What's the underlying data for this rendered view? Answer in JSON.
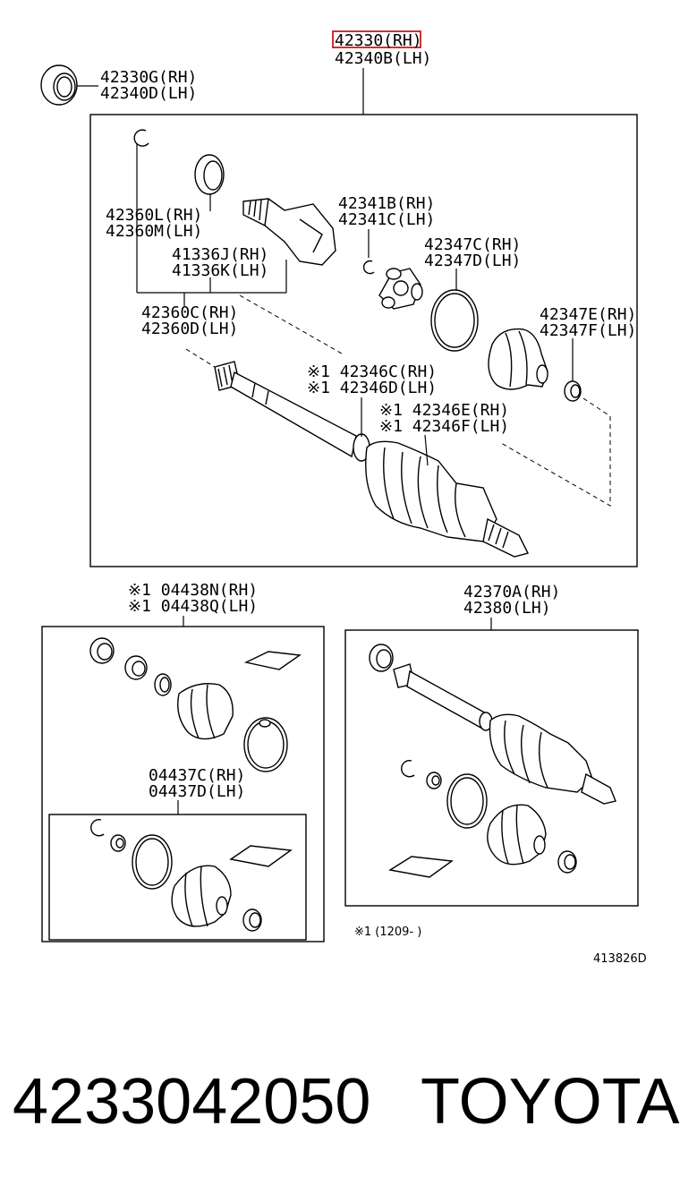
{
  "diagram": {
    "main_assembly": {
      "rh": "42330(RH)",
      "lh": "42340B(LH)",
      "highlight_color": "#d03030"
    },
    "labels": {
      "bearing_rh": "42330G(RH)",
      "bearing_lh": "42340D(LH)",
      "snap_rh": "42360L(RH)",
      "snap_lh": "42360M(LH)",
      "seal_rh": "41336J(RH)",
      "seal_lh": "41336K(LH)",
      "inner_joint_rh": "42360C(RH)",
      "inner_joint_lh": "42360D(LH)",
      "tripod_rh": "42341B(RH)",
      "tripod_lh": "42341C(LH)",
      "clamp_big_rh": "42347C(RH)",
      "clamp_big_lh": "42347D(LH)",
      "boot_clamp_rh": "42347E(RH)",
      "boot_clamp_lh": "42347F(LH)",
      "dust_rh": "※1 42346C(RH)",
      "dust_lh": "※1 42346D(LH)",
      "outer_rh": "※1 42346E(RH)",
      "outer_lh": "※1 42346F(LH)",
      "boot_kit_rh": "※1 04438N(RH)",
      "boot_kit_lh": "※1 04438Q(LH)",
      "inner_kit_rh": "04437C(RH)",
      "inner_kit_lh": "04437D(LH)",
      "complete_rh": "42370A(RH)",
      "complete_lh": "42380(LH)",
      "note": "※1 (1209-    )",
      "figure_code": "413826D"
    }
  },
  "footer": {
    "part_number": "4233042050",
    "brand": "TOYOTA"
  }
}
